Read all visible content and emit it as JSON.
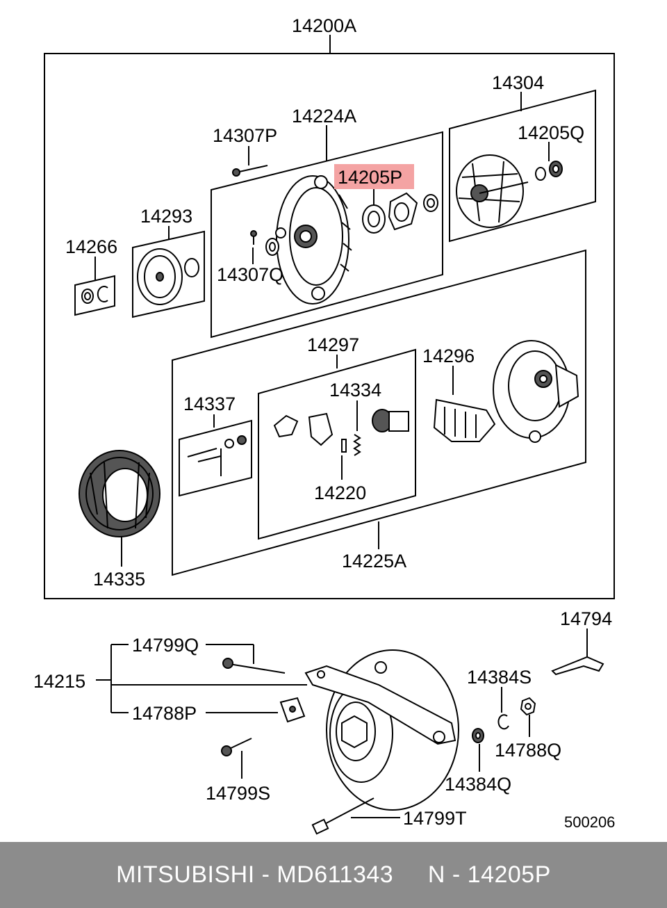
{
  "labels": {
    "assembly": "14200A",
    "rear_cover": "14224A",
    "rotor_group": "14304",
    "bolt_p": "14307P",
    "bearing_highlight": "14205P",
    "rotor_bearing": "14205Q",
    "pulley": "14293",
    "nut_washer": "14266",
    "screw_q": "14307Q",
    "brush_holder": "14297",
    "regulator": "14296",
    "spring": "14334",
    "terminal_kit": "14337",
    "brush": "14220",
    "rectifier_group": "14225A",
    "stator": "14335",
    "bracket": "14794",
    "bolt_q": "14799Q",
    "bracket_set": "14215",
    "washer_s": "14384S",
    "spacer": "14788P",
    "nut_q": "14788Q",
    "bolt_s": "14799S",
    "washer_q": "14384Q",
    "bolt_t": "14799T",
    "diagram_ref": "500206"
  },
  "highlight_color": "#f4a3a3",
  "footer": {
    "text": "MITSUBISHI - MD611343     N - 14205P",
    "background": "#8c8c8c"
  }
}
